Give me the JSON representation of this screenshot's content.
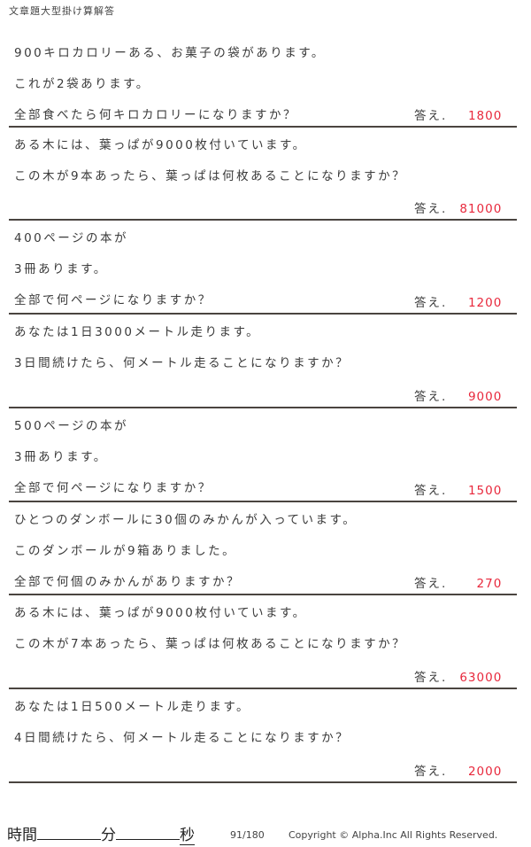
{
  "header": {
    "title": "文章題大型掛け算解答"
  },
  "answer_label": "答え.",
  "problems": [
    {
      "lines": [
        "900キロカロリーある、お菓子の袋があります。",
        "これが2袋あります。",
        "全部食べたら何キロカロリーになりますか？"
      ],
      "answer": "1800"
    },
    {
      "lines": [
        "ある木には、葉っぱが9000枚付いています。",
        "この木が9本あったら、葉っぱは何枚あることになりますか？",
        ""
      ],
      "answer": "81000"
    },
    {
      "lines": [
        "400ページの本が",
        "3冊あります。",
        "全部で何ページになりますか？"
      ],
      "answer": "1200"
    },
    {
      "lines": [
        "あなたは1日3000メートル走ります。",
        "3日間続けたら、何メートル走ることになりますか？",
        ""
      ],
      "answer": "9000"
    },
    {
      "lines": [
        "500ページの本が",
        "3冊あります。",
        "全部で何ページになりますか？"
      ],
      "answer": "1500"
    },
    {
      "lines": [
        "ひとつのダンボールに30個のみかんが入っています。",
        "このダンボールが9箱ありました。",
        "全部で何個のみかんがありますか？"
      ],
      "answer": "270"
    },
    {
      "lines": [
        "ある木には、葉っぱが9000枚付いています。",
        "この木が7本あったら、葉っぱは何枚あることになりますか？",
        ""
      ],
      "answer": "63000"
    },
    {
      "lines": [
        "あなたは1日500メートル走ります。",
        "4日間続けたら、何メートル走ることになりますか？",
        ""
      ],
      "answer": "2000"
    }
  ],
  "footer": {
    "time_label": "時間",
    "minutes_label": "分",
    "seconds_label": "秒",
    "page": "91/180",
    "copyright": "Copyright ©  Alpha.Inc All Rights Reserved."
  },
  "colors": {
    "answer": "#e8283c",
    "rule": "#4a4440",
    "text": "#3a3a3a"
  }
}
